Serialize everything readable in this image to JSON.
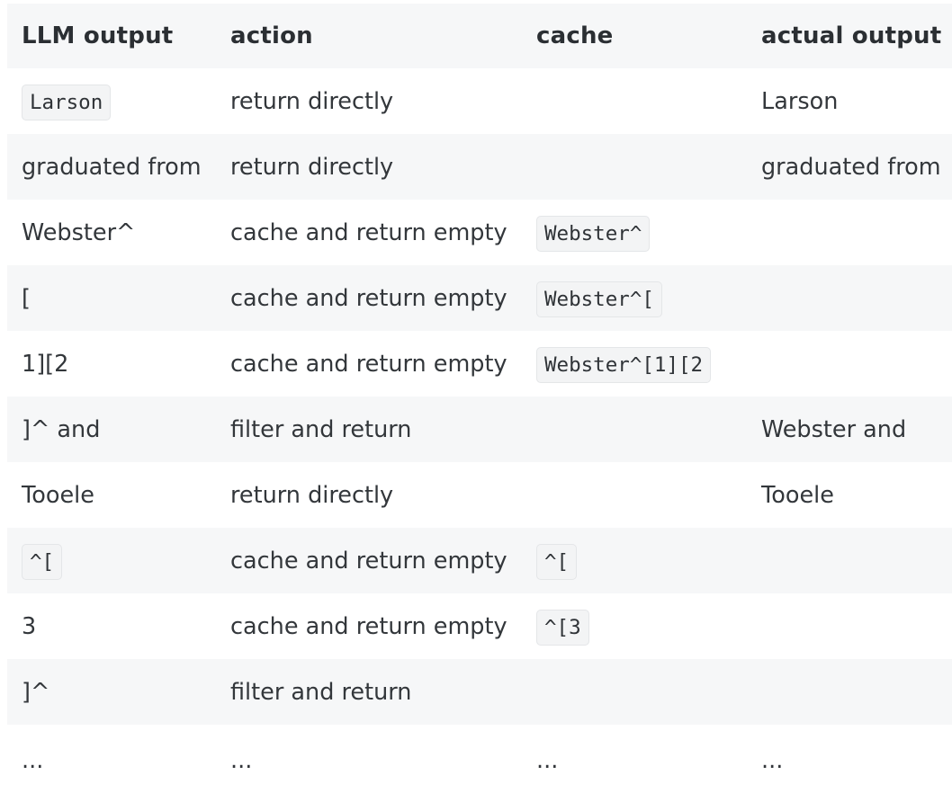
{
  "table": {
    "headers": [
      "LLM output",
      "action",
      "cache",
      "actual output"
    ],
    "rows": [
      {
        "llm_output": "Larson",
        "llm_output_is_code": true,
        "action": "return directly",
        "cache": "",
        "actual_output": "Larson"
      },
      {
        "llm_output": "graduated from",
        "llm_output_is_code": false,
        "action": "return directly",
        "cache": "",
        "actual_output": "graduated from"
      },
      {
        "llm_output": "Webster^",
        "llm_output_is_code": false,
        "action": "cache and return empty",
        "cache": "Webster^",
        "actual_output": ""
      },
      {
        "llm_output": "[",
        "llm_output_is_code": false,
        "action": "cache and return empty",
        "cache": "Webster^[",
        "actual_output": ""
      },
      {
        "llm_output": "1][2",
        "llm_output_is_code": false,
        "action": "cache and return empty",
        "cache": "Webster^[1][2",
        "actual_output": ""
      },
      {
        "llm_output": "]^ and",
        "llm_output_is_code": false,
        "action": "filter and return",
        "cache": "",
        "actual_output": "Webster and"
      },
      {
        "llm_output": "Tooele",
        "llm_output_is_code": false,
        "action": "return directly",
        "cache": "",
        "actual_output": "Tooele"
      },
      {
        "llm_output": "^[",
        "llm_output_is_code": true,
        "action": "cache and return empty",
        "cache": "^[",
        "actual_output": ""
      },
      {
        "llm_output": "3",
        "llm_output_is_code": false,
        "action": "cache and return empty",
        "cache": "^[3",
        "actual_output": ""
      },
      {
        "llm_output": "]^",
        "llm_output_is_code": false,
        "action": "filter and return",
        "cache": "",
        "actual_output": ""
      },
      {
        "llm_output": "...",
        "llm_output_is_code": false,
        "action": "...",
        "cache": "...",
        "actual_output": "..."
      }
    ]
  }
}
